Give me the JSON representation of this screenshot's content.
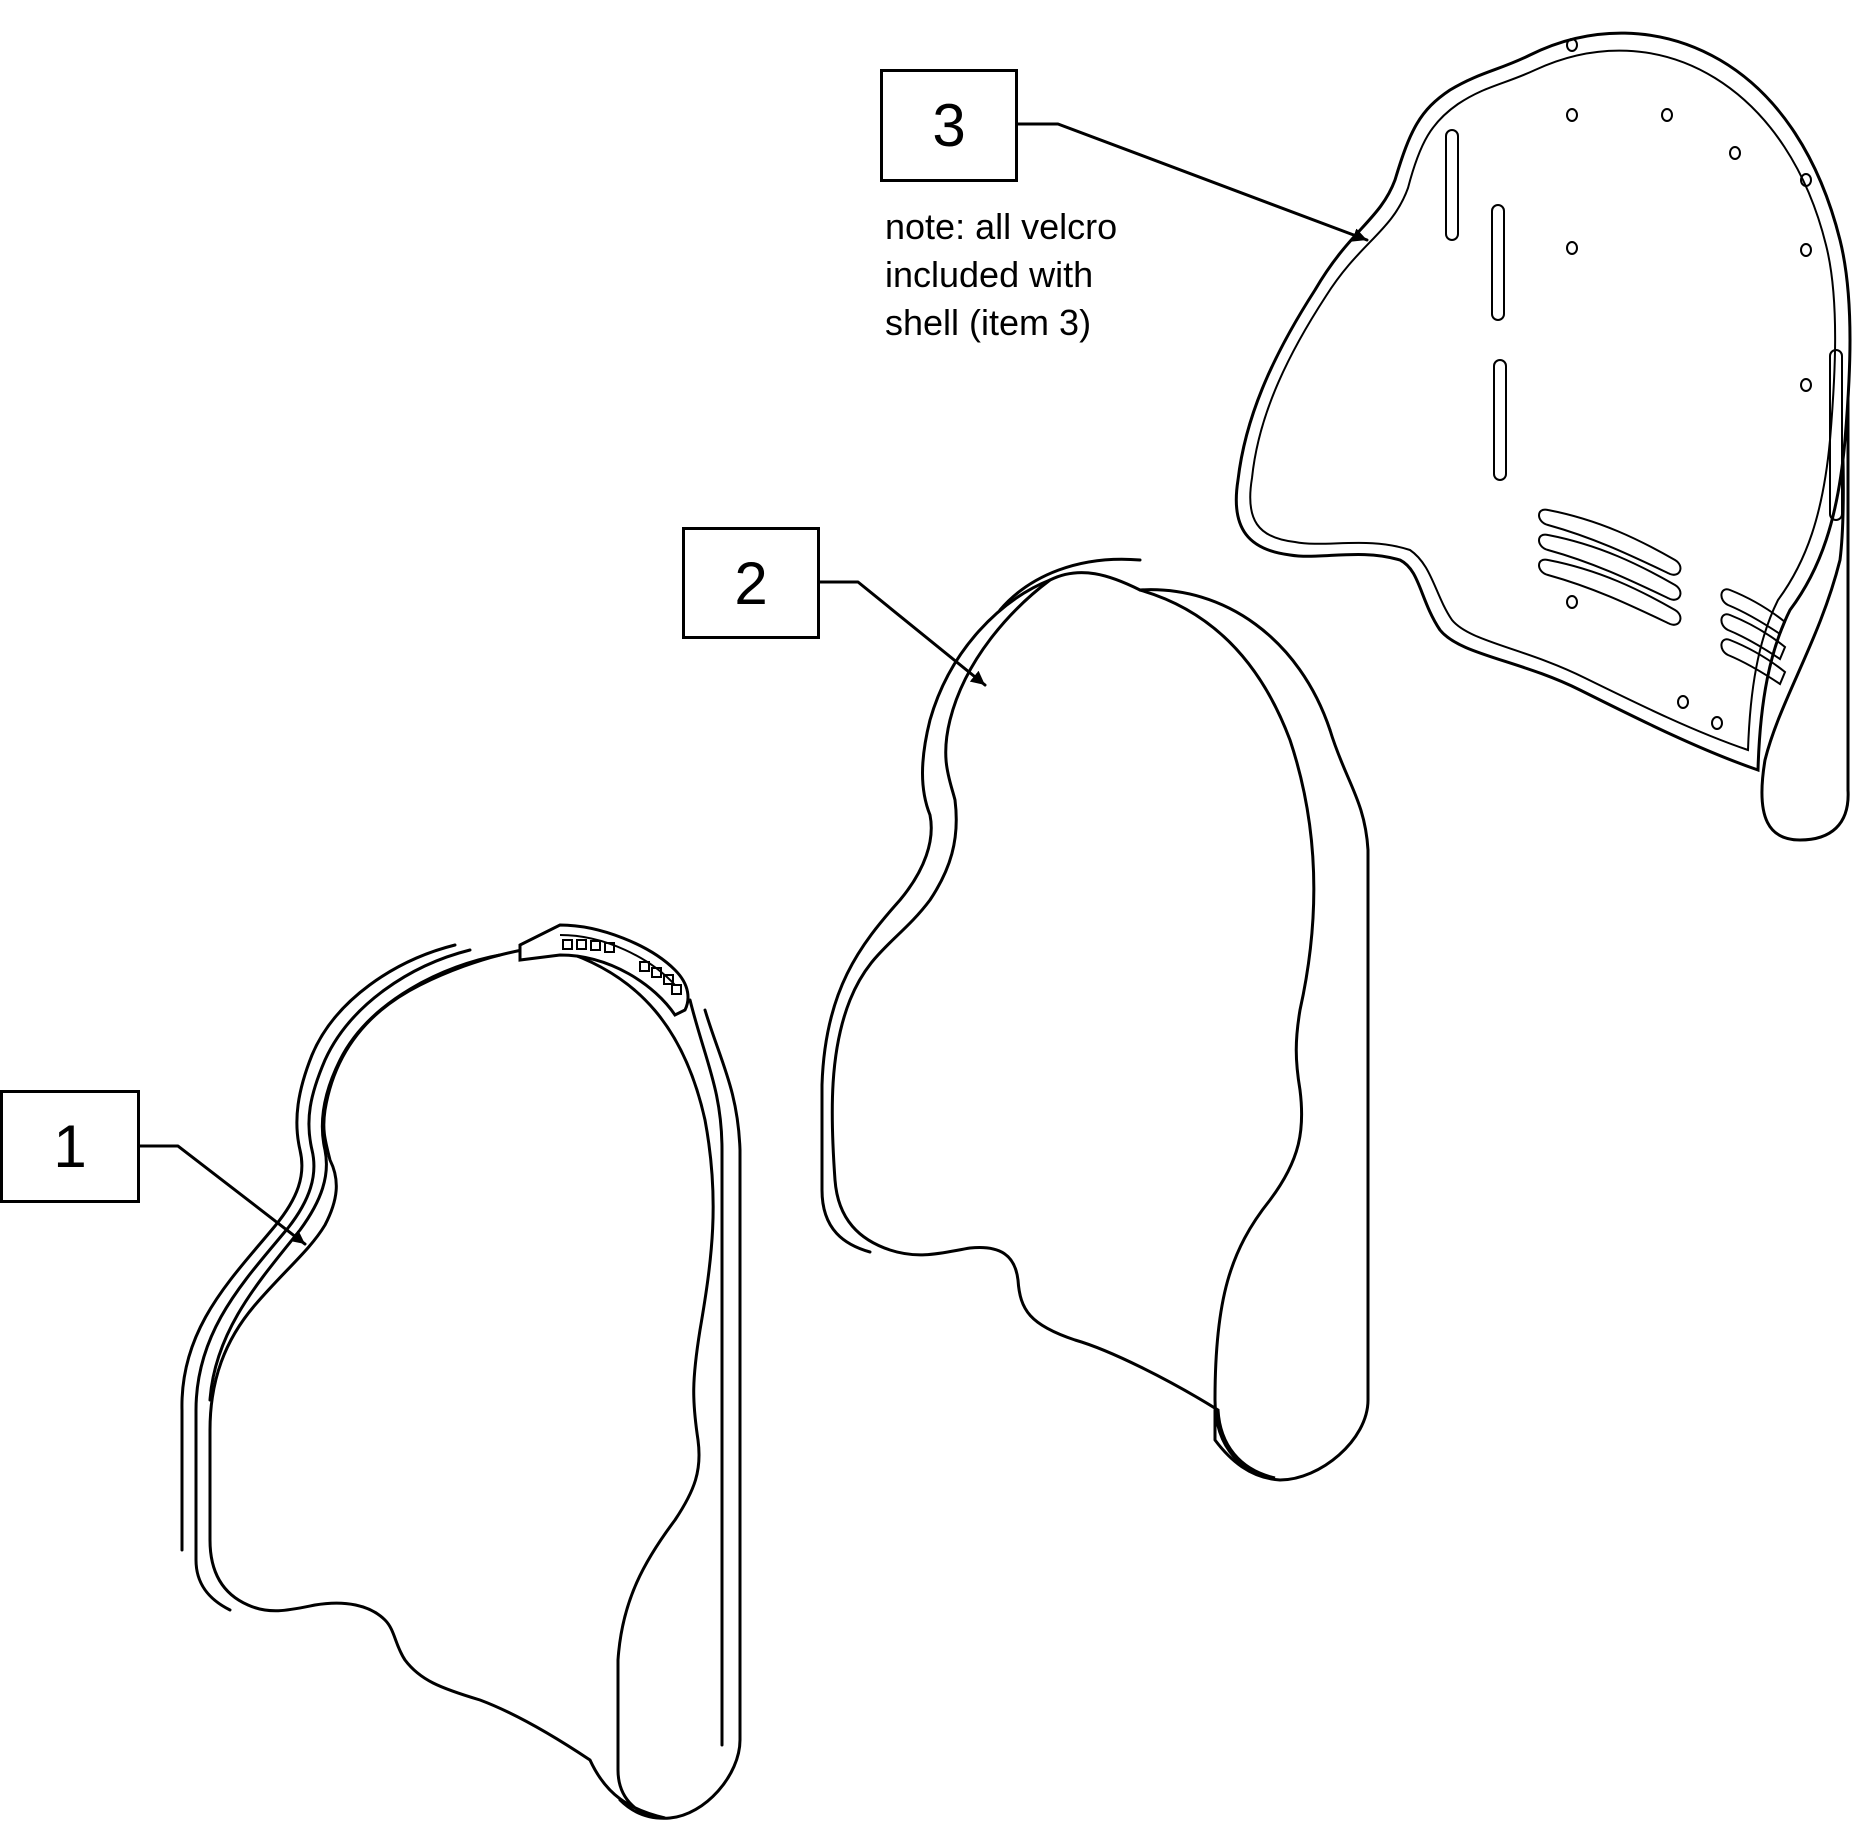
{
  "callouts": {
    "item1": {
      "label": "1"
    },
    "item2": {
      "label": "2"
    },
    "item3": {
      "label": "3"
    }
  },
  "note": {
    "line1": "note: all velcro",
    "line2": "included with",
    "line3": "shell (item 3)"
  },
  "colors": {
    "ink": "#000000",
    "paper": "#ffffff"
  }
}
